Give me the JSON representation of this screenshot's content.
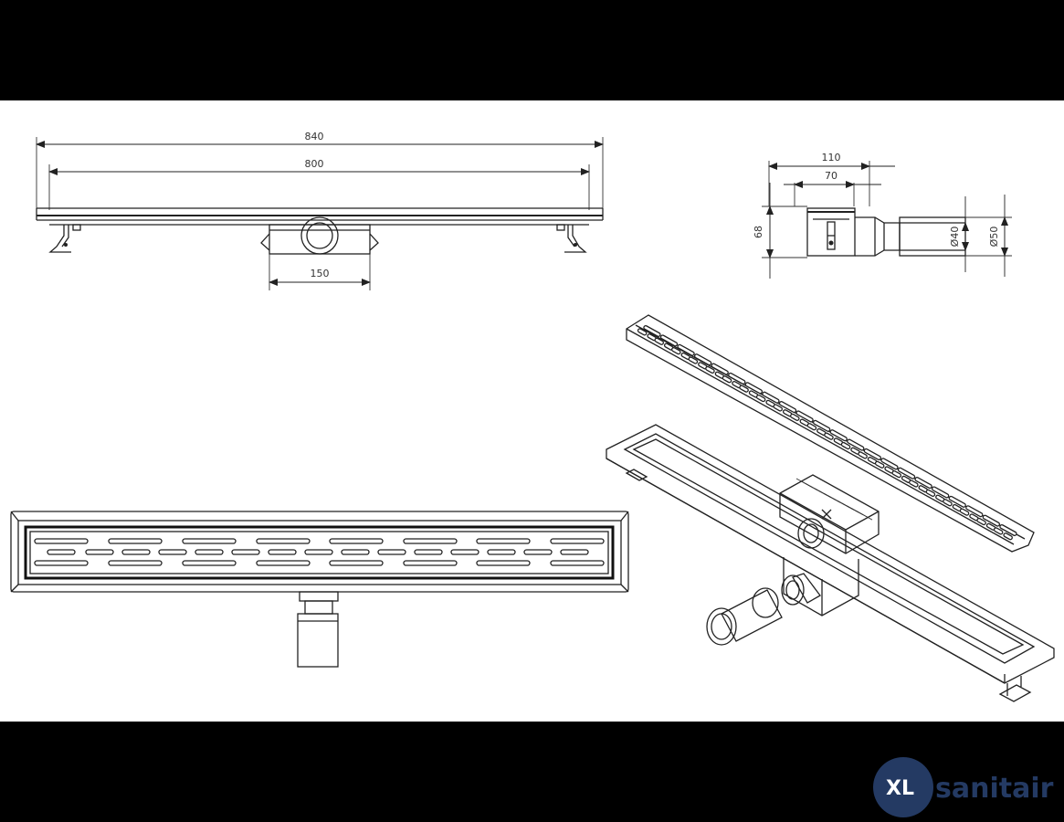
{
  "drawing": {
    "dimensions": {
      "overall_length": "840",
      "inner_length": "800",
      "outlet_width": "150",
      "box_width": "110",
      "inner_width": "70",
      "height": "68",
      "outlet_d40": "Ø40",
      "outlet_d50": "Ø50"
    }
  },
  "branding": {
    "logo_mark": "XL",
    "logo_text": "sanitair",
    "primary_color": "#243a63"
  },
  "colors": {
    "frame": "#000000",
    "paper": "#ffffff",
    "line": "#222222"
  }
}
